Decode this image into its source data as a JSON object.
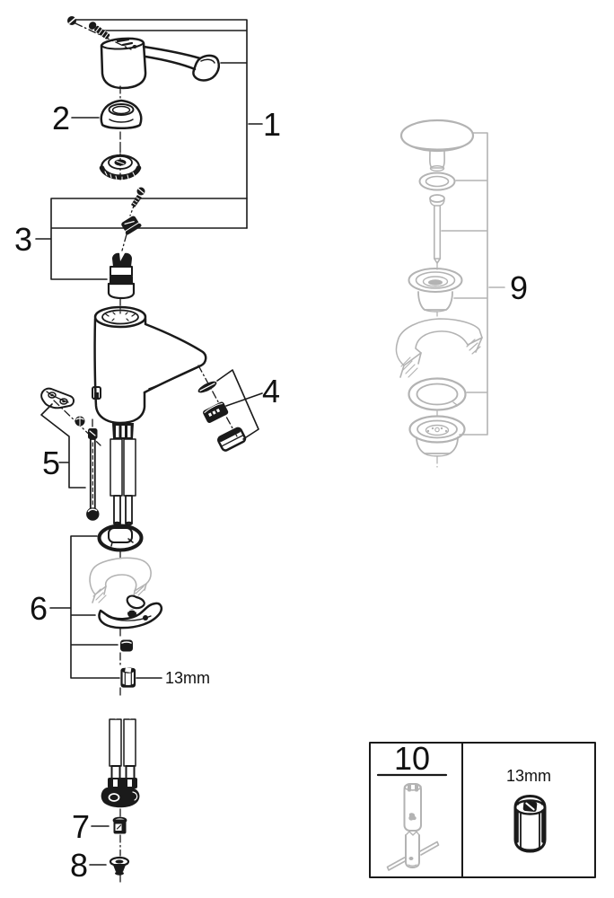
{
  "diagram": {
    "background": "#ffffff",
    "ink_color": "#1a1a1a",
    "ghost_color": "#b3b3b3",
    "callouts": {
      "c1": "1",
      "c2": "2",
      "c3": "3",
      "c4": "4",
      "c5": "5",
      "c6": "6",
      "c7": "7",
      "c8": "8",
      "c9": "9",
      "c10": "10"
    },
    "annotations": {
      "nut_size_inline": "13mm",
      "nut_size_box": "13mm"
    }
  }
}
